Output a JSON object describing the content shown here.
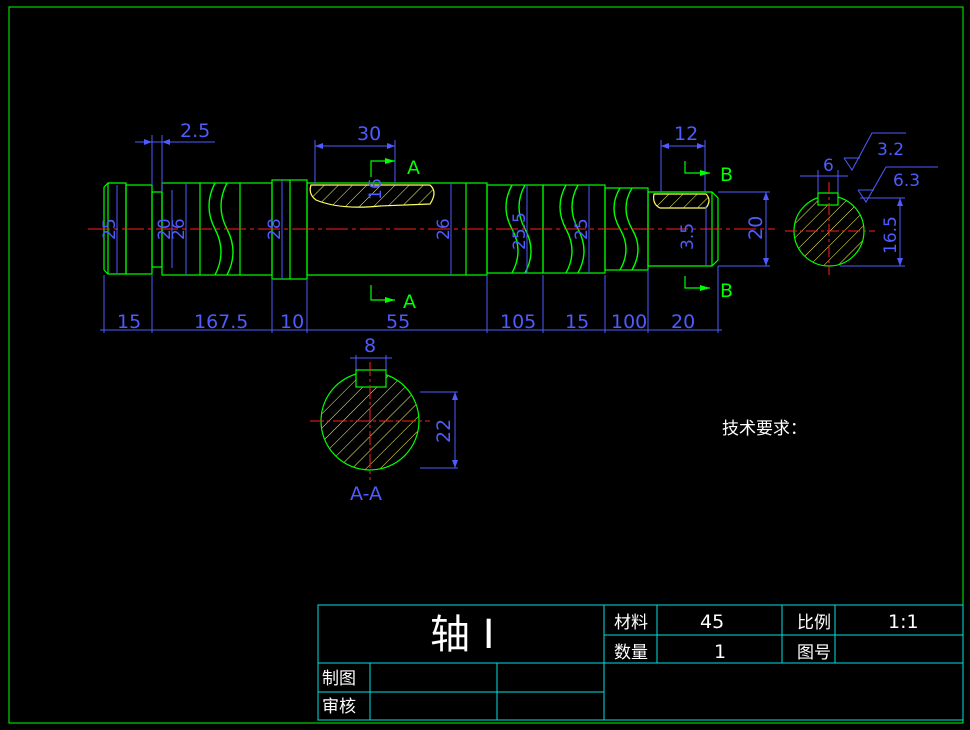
{
  "dimensions": {
    "d_2_5": "2.5",
    "d_30": "30",
    "d_12": "12",
    "d_6": "6",
    "d_3_2": "3.2",
    "d_6_3": "6.3",
    "d_25a": "25",
    "d_20a": "20",
    "d_26a": "26",
    "d_28": "28",
    "d_16": "16",
    "d_26b": "26",
    "d_25_5": "25.5",
    "d_25b": "25",
    "d_3_5": "3.5",
    "d_20b": "20",
    "d_16_5": "16.5",
    "d_8": "8",
    "d_22": "22",
    "bottom": [
      "15",
      "167.5",
      "10",
      "55",
      "105",
      "15",
      "100",
      "20"
    ]
  },
  "section_markers": {
    "a_top": "A",
    "a_bottom": "A",
    "b_top": "B",
    "b_bottom": "B",
    "section_label": "A-A"
  },
  "technical_requirements": "技术要求：",
  "title_block": {
    "part_name": "轴 I",
    "material_label": "材料",
    "material_value": "45",
    "scale_label": "比例",
    "scale_value": "1:1",
    "quantity_label": "数量",
    "quantity_value": "1",
    "drawing_no_label": "图号",
    "drawn_by_label": "制图",
    "checked_by_label": "审核"
  },
  "colors": {
    "background": "#000000",
    "outline": "#00ff00",
    "dimension": "#4e5bff",
    "centerline": "#ff2020",
    "keyway": "#ffff60",
    "title_block": "#00e0e0",
    "text": "#ffffff"
  }
}
